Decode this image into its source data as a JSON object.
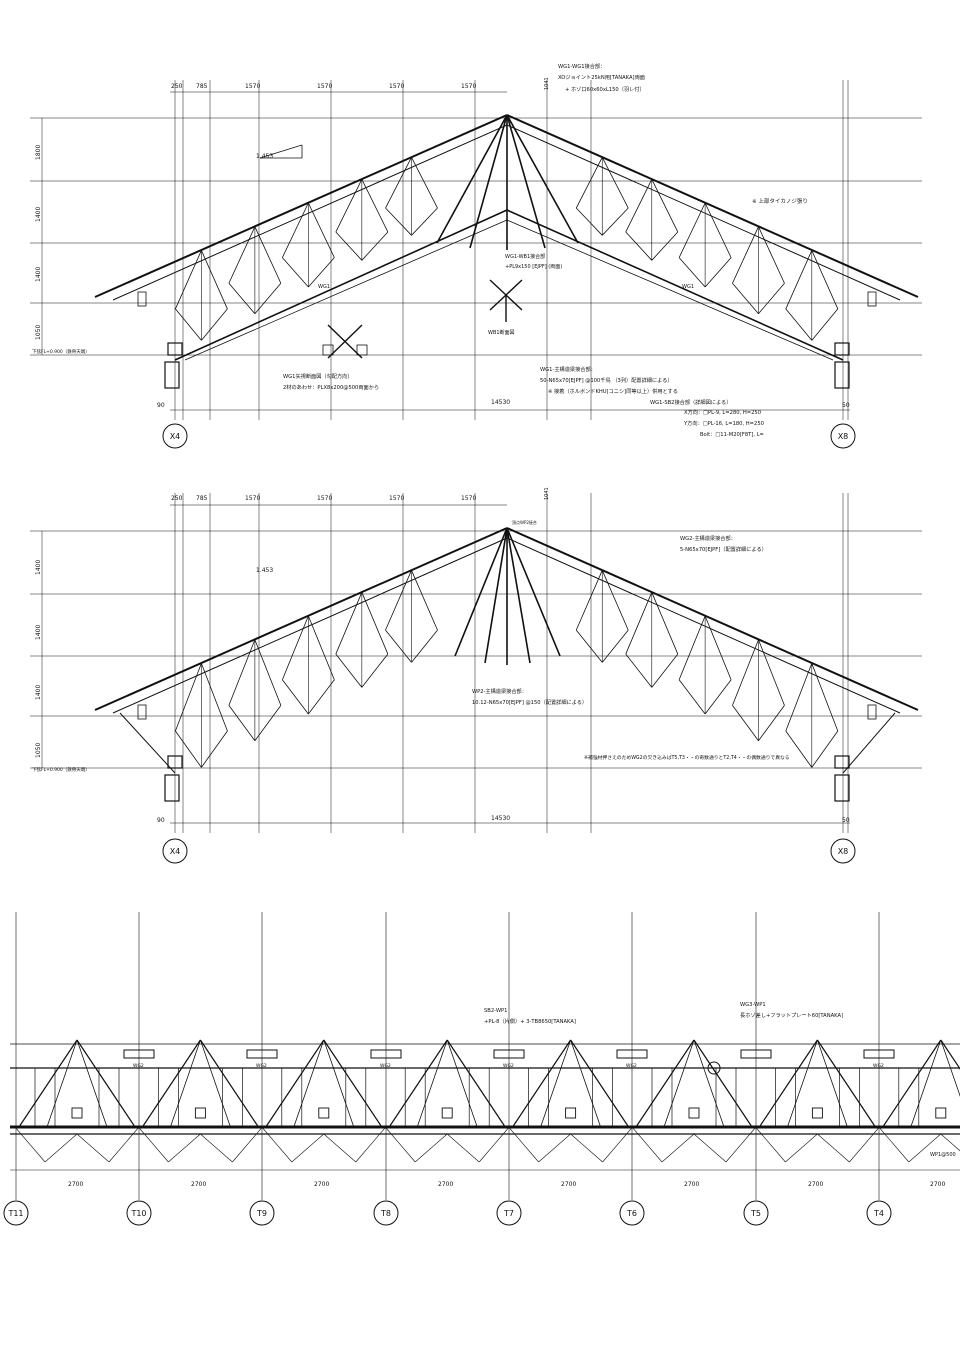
{
  "elevation_1": {
    "dims_top": [
      "250",
      "785",
      "1570",
      "1570",
      "1570",
      "1570"
    ],
    "heights": [
      "1800",
      "1400",
      "1400",
      "1050"
    ],
    "dim_right_vertical": "1041",
    "span": "14530",
    "edge_left": "90",
    "edge_right": "50",
    "slope": "1.453",
    "grid_left": "X4",
    "grid_right": "X8",
    "level_label": "下弦FL+0.900（鉄骨天端）",
    "notes": {
      "apex_title": "WG1-WG1接合部：",
      "apex_line1": "XOジョイント25kN用[TANAKA]両面",
      "apex_line2": "+ ホゾ口60x60xL150（羽レ付）",
      "right_note": "※ 上部タイカノジ張り",
      "wb1_title": "WG1-WB1接合部",
      "wb1_line": "+PL9x150 [EJPF] (両面)",
      "wb1_section": "WB1断面図",
      "wg1_section": "WG1矢視断面図（勾配方向）",
      "wg1_combo": "2材のあわせ：PLX8x200@500両面から",
      "main_title": "WG1-主構造梁接合部：",
      "main_line1": "50-N65x70[EJPF] @100千鳥 （3列）配置詳細による）",
      "main_line2": "※ 接着（ホルボンドKHU[コニシ]同等以上）併用とする",
      "sb2_title": "WG1-SB2接合部（詳細図による）",
      "sb2_x": "X方向：□PL-9, L=280, H=250",
      "sb2_y": "Y方向：□PL-16, L=180, H=250",
      "sb2_bolt": "Bolt：□11-M20[F8T], L="
    },
    "member_labels": [
      "WG1",
      "WG1"
    ]
  },
  "elevation_2": {
    "dims_top": [
      "250",
      "785",
      "1570",
      "1570",
      "1570",
      "1570"
    ],
    "heights": [
      "1400",
      "1400",
      "1400",
      "1050"
    ],
    "dim_right_vertical": "1041",
    "span": "14530",
    "edge_left": "90",
    "edge_right": "50",
    "slope": "1.453",
    "grid_left": "X4",
    "grid_right": "X8",
    "level_label": "下弦FL+0.900（鉄骨天端）",
    "notes": {
      "apex_small": "頂点WP2接合",
      "wg2_title": "WG2-主構造梁接合部：",
      "wg2_line": "5-N65x70[EJPF]（配置詳細による）",
      "wp2_title": "WP2-主構造梁接合部：",
      "wp2_line": "10.12-N65x70[EJPF] @150（配置詳細による）",
      "bottom_note": "※補強材押さえのためWG2の欠き込みはT5,T3・・の奇数通りとT2,T4・・の偶数通りで異なる"
    }
  },
  "plan_strip": {
    "bay_dims": [
      "2700",
      "2700",
      "2700",
      "2700",
      "2700",
      "2700",
      "2700",
      "2700"
    ],
    "grids": [
      "T11",
      "T10",
      "T9",
      "T8",
      "T7",
      "T6",
      "T5",
      "T4"
    ],
    "post_labels": [
      "WG2",
      "WG2",
      "WG2",
      "WG2",
      "WG2",
      "WG2"
    ],
    "notes": {
      "sb2_title": "SB2-WP1",
      "sb2_line": "+PL-8（片側）+ 3-TB8650[TANAKA]",
      "wg3_title": "WG3-WP1",
      "wg3_line": "長ホゾ差し+フラットプレート60[TANAKA]",
      "right_tag": "WP1@500"
    }
  }
}
